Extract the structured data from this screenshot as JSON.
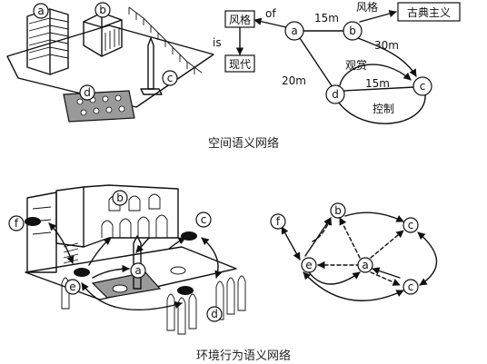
{
  "top_diagram": {
    "caption": "空间语义网络",
    "sketch_labels": [
      "a",
      "b",
      "c",
      "d"
    ],
    "nodes": [
      {
        "id": "a",
        "label": "a"
      },
      {
        "id": "b",
        "label": "b"
      },
      {
        "id": "c",
        "label": "c"
      },
      {
        "id": "d",
        "label": "d"
      }
    ],
    "boxes": {
      "style": "风格",
      "modern": "现代",
      "classicism": "古典主义"
    },
    "edge_labels": {
      "of": "of",
      "is": "is",
      "ab": "15m",
      "b_style": "风格",
      "bc": "30m",
      "ad": "20m",
      "view": "观赏",
      "dc": "15m",
      "control": "控制"
    }
  },
  "bottom_diagram": {
    "caption": "环境行为语义网络",
    "sketch_labels": [
      "a",
      "b",
      "c",
      "d",
      "e",
      "f"
    ],
    "nodes": [
      {
        "id": "f",
        "label": "f"
      },
      {
        "id": "b",
        "label": "b"
      },
      {
        "id": "c1",
        "label": "c"
      },
      {
        "id": "e",
        "label": "e"
      },
      {
        "id": "a",
        "label": "a"
      },
      {
        "id": "c2",
        "label": "c"
      }
    ]
  }
}
